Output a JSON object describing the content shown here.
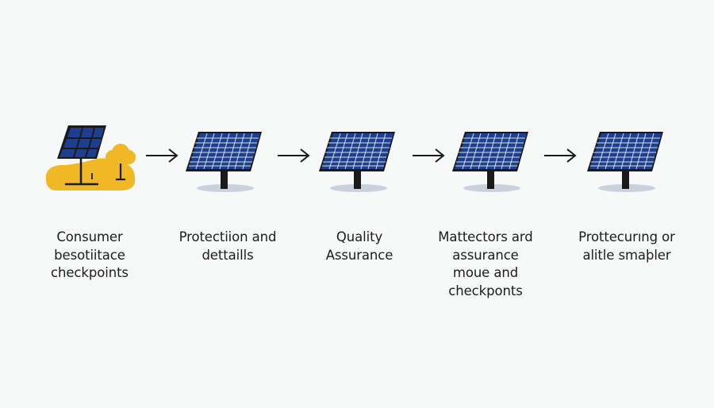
{
  "diagram": {
    "type": "process-flow",
    "colors": {
      "background": "#f7f9f9",
      "panel_blue": "#1e3f8f",
      "panel_frame": "#1a1a1a",
      "accent_yellow": "#f0b824",
      "shadow": "#c9d2dc",
      "text": "#1c1c1c"
    },
    "steps": [
      {
        "icon": "solar-panel-with-landscape-icon",
        "label_lines": [
          "Consumer",
          "besotiitace",
          "checkpoints"
        ]
      },
      {
        "icon": "solar-panel-icon",
        "label_lines": [
          "Protectiion and",
          "dettaills"
        ]
      },
      {
        "icon": "solar-panel-icon",
        "label_lines": [
          "Quality",
          "Assurance"
        ]
      },
      {
        "icon": "solar-panel-icon",
        "label_lines": [
          "Mattectors ard",
          "assurance",
          "moue and",
          "checkponts"
        ]
      },
      {
        "icon": "solar-panel-icon",
        "label_lines": [
          "Prottecurıng or",
          "alitle smaþler"
        ]
      }
    ],
    "connectors": [
      {
        "icon": "arrow-right-icon"
      },
      {
        "icon": "arrow-right-icon"
      },
      {
        "icon": "arrow-right-icon"
      },
      {
        "icon": "arrow-right-icon"
      }
    ]
  }
}
